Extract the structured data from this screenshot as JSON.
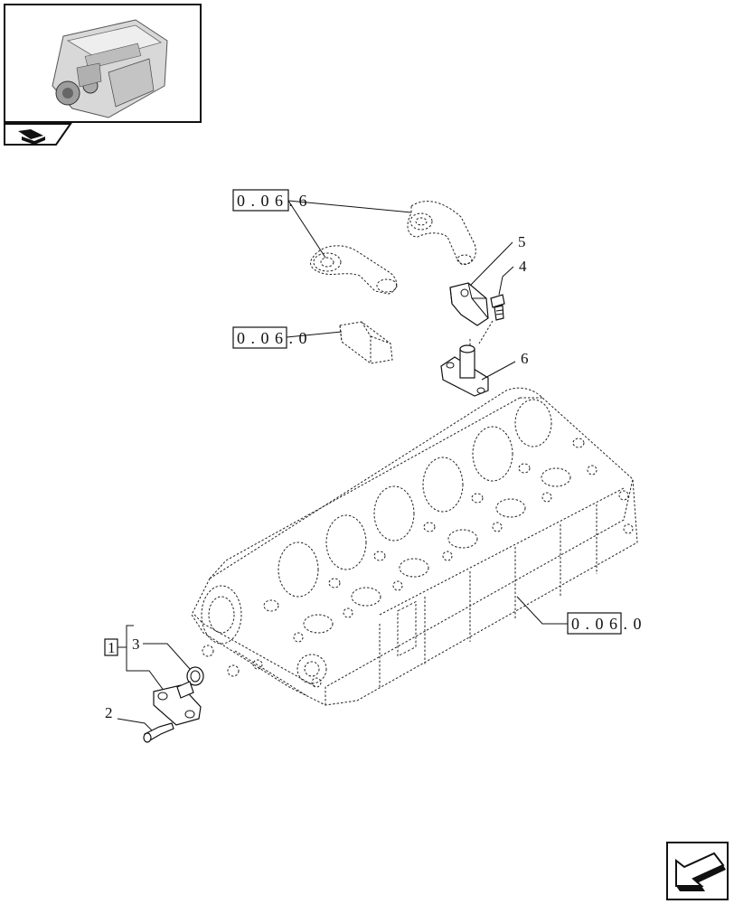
{
  "thumbnail": {
    "icon": "engine-thumbnail-icon"
  },
  "thumbnail_tab": {
    "icon": "book-page-icon"
  },
  "references": {
    "rocker_arms": "0 . 0 6 . 6",
    "rocker_pad": "0 . 0 6 . 0",
    "cylinder_head": "0 . 0 6 . 0"
  },
  "callouts": {
    "kit": "1",
    "screw": "2",
    "washer": "3",
    "bolt": "4",
    "bracket": "5",
    "shaft": "6"
  },
  "nav": {
    "next_icon": "next-page-arrow-icon"
  }
}
